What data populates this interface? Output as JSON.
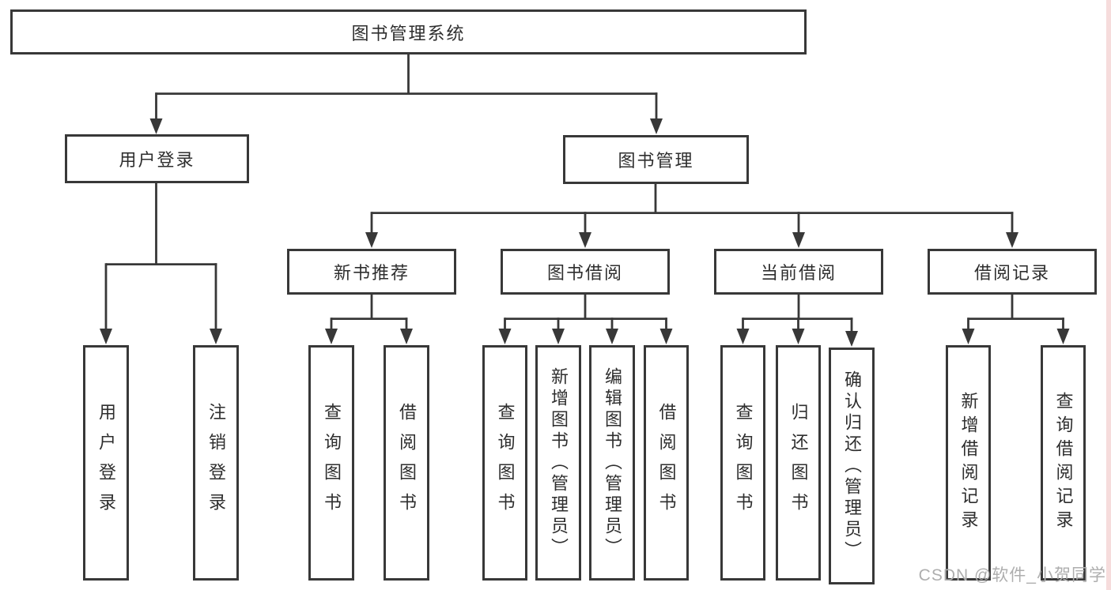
{
  "tree": {
    "root": "图书管理系统",
    "children": [
      {
        "label": "用户登录",
        "children": [
          {
            "label": "用户登录"
          },
          {
            "label": "注销登录"
          }
        ]
      },
      {
        "label": "图书管理",
        "children": [
          {
            "label": "新书推荐",
            "children": [
              {
                "label": "查询图书"
              },
              {
                "label": "借阅图书"
              }
            ]
          },
          {
            "label": "图书借阅",
            "children": [
              {
                "label": "查询图书"
              },
              {
                "label": "新增图书（管理员）"
              },
              {
                "label": "编辑图书（管理员）"
              },
              {
                "label": "借阅图书"
              }
            ]
          },
          {
            "label": "当前借阅",
            "children": [
              {
                "label": "查询图书"
              },
              {
                "label": "归还图书"
              },
              {
                "label": "确认归还（管理员）"
              }
            ]
          },
          {
            "label": "借阅记录",
            "children": [
              {
                "label": "新增借阅记录"
              },
              {
                "label": "查询借阅记录"
              }
            ]
          }
        ]
      }
    ]
  },
  "watermark": {
    "text": "CSDN @软件_小贺同学"
  },
  "colors": {
    "line": "#383838",
    "watermark": "#aeaeae",
    "strip": "#f6dcdc"
  }
}
